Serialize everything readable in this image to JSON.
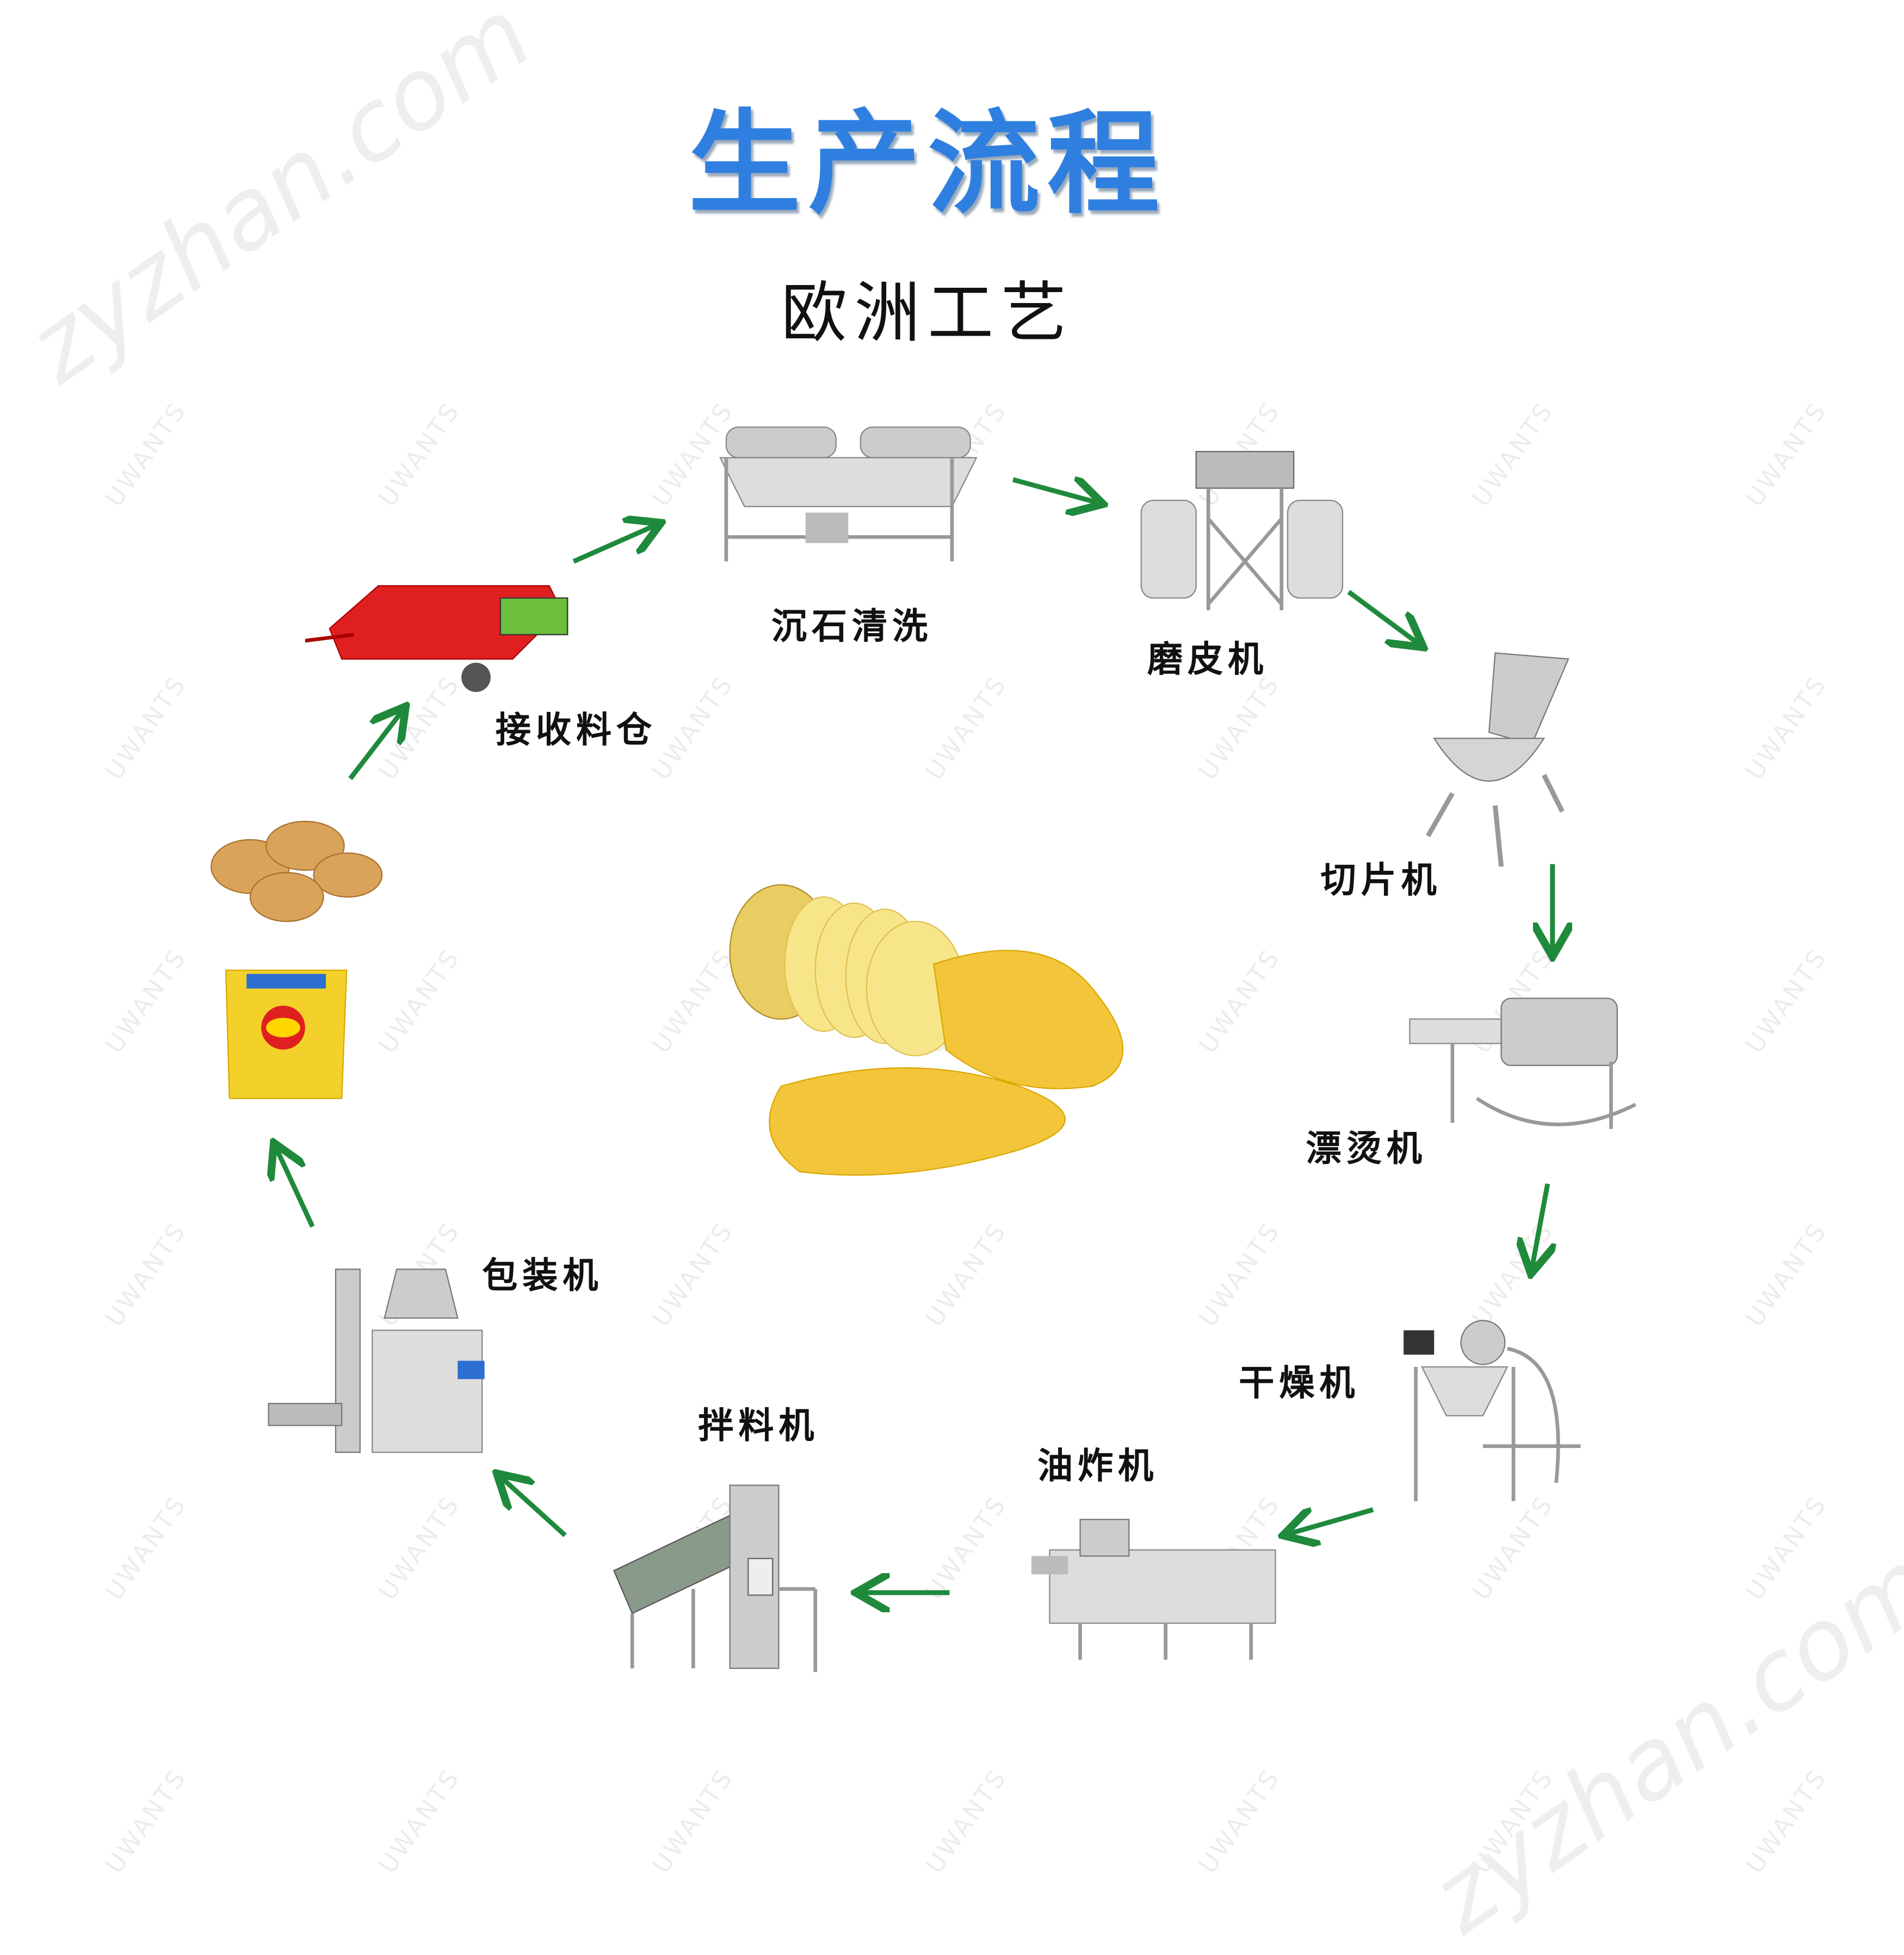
{
  "header": {
    "title": "生产流程",
    "subtitle": "欧洲工艺"
  },
  "steps": [
    {
      "label": "接收料仓"
    },
    {
      "label": "沉石清洗"
    },
    {
      "label": "磨皮机"
    },
    {
      "label": "切片机"
    },
    {
      "label": "漂烫机"
    },
    {
      "label": "干燥机"
    },
    {
      "label": "油炸机"
    },
    {
      "label": "拌料机"
    },
    {
      "label": "包装机"
    }
  ],
  "watermarks": {
    "site": "zyzhan.com",
    "brand": "UWANTS"
  },
  "colors": {
    "title": "#2f7fe0",
    "arrow": "#1f8a3c",
    "hopper": "#e02020",
    "chip": "#f2c53a"
  }
}
